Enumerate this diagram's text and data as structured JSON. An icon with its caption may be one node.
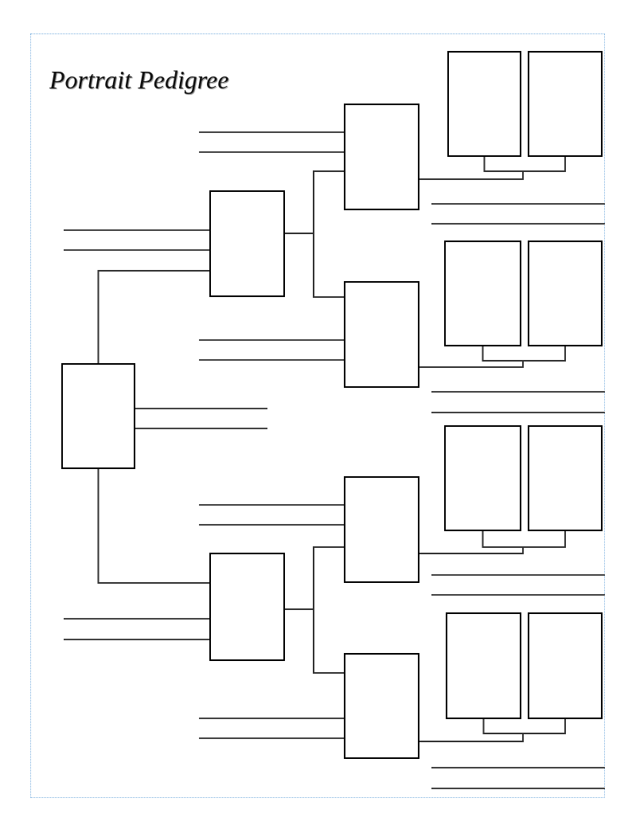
{
  "diagram": {
    "title": "Portrait Pedigree",
    "nodes": [
      {
        "text": [],
        "shape": "box"
      },
      {
        "text": [],
        "shape": "box"
      },
      {
        "text": [],
        "shape": "box"
      },
      {
        "text": [],
        "shape": "box"
      },
      {
        "text": [],
        "shape": "box"
      },
      {
        "text": [],
        "shape": "box"
      },
      {
        "text": [],
        "shape": "box"
      },
      {
        "text": [],
        "shape": "box"
      },
      {
        "text": [],
        "shape": "box"
      },
      {
        "text": [],
        "shape": "box"
      },
      {
        "text": [],
        "shape": "box"
      },
      {
        "text": [],
        "shape": "box"
      },
      {
        "text": [],
        "shape": "box"
      },
      {
        "text": [],
        "shape": "box"
      },
      {
        "text": [],
        "shape": "box"
      }
    ],
    "edges": [
      {
        "from": 0,
        "to": 1,
        "arrow": "none"
      },
      {
        "from": 0,
        "to": 2,
        "arrow": "none"
      },
      {
        "from": 1,
        "to": 3,
        "arrow": "none"
      },
      {
        "from": 1,
        "to": 4,
        "arrow": "none"
      },
      {
        "from": 2,
        "to": 5,
        "arrow": "none"
      },
      {
        "from": 2,
        "to": 6,
        "arrow": "none"
      },
      {
        "from": 3,
        "to": 7,
        "arrow": "none"
      },
      {
        "from": 3,
        "to": 8,
        "arrow": "none"
      },
      {
        "from": 4,
        "to": 9,
        "arrow": "none"
      },
      {
        "from": 4,
        "to": 10,
        "arrow": "none"
      },
      {
        "from": 5,
        "to": 11,
        "arrow": "none"
      },
      {
        "from": 5,
        "to": 12,
        "arrow": "none"
      },
      {
        "from": 6,
        "to": 13,
        "arrow": "none"
      },
      {
        "from": 6,
        "to": 14,
        "arrow": "none"
      }
    ]
  }
}
